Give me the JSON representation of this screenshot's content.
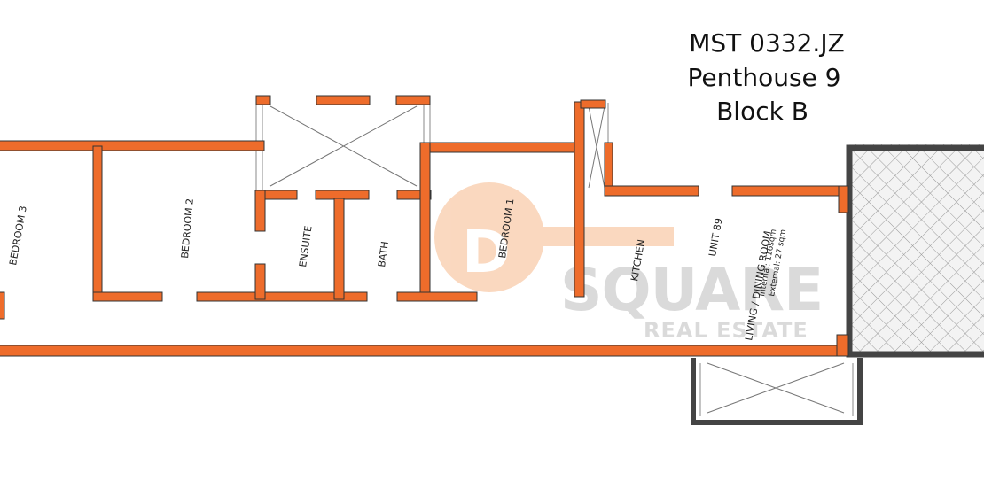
{
  "title": {
    "line1": "MST 0332.JZ",
    "line2": "Penthouse 9",
    "line3": "Block B"
  },
  "rooms": {
    "bedroom3": "BEDROOM 3",
    "bedroom2": "BEDROOM 2",
    "ensuite": "ENSUITE",
    "bath": "BATH",
    "bedroom1": "BEDROOM 1",
    "kitchen": "KITCHEN",
    "unit": "UNIT 89",
    "living": "LIVING / DINING ROOM",
    "internal": "Internal: 116sqm",
    "external": "External: 27 sqm"
  },
  "watermark": {
    "logo_letter": "D",
    "brand": "SQUARE",
    "sub": "REAL ESTATE"
  },
  "colors": {
    "wall": "#EE6C2B",
    "outline": "#333333",
    "terrace": "#F0F0F0",
    "watermark_orange": "#F6B98C",
    "watermark_grey": "#BDBDBD"
  }
}
